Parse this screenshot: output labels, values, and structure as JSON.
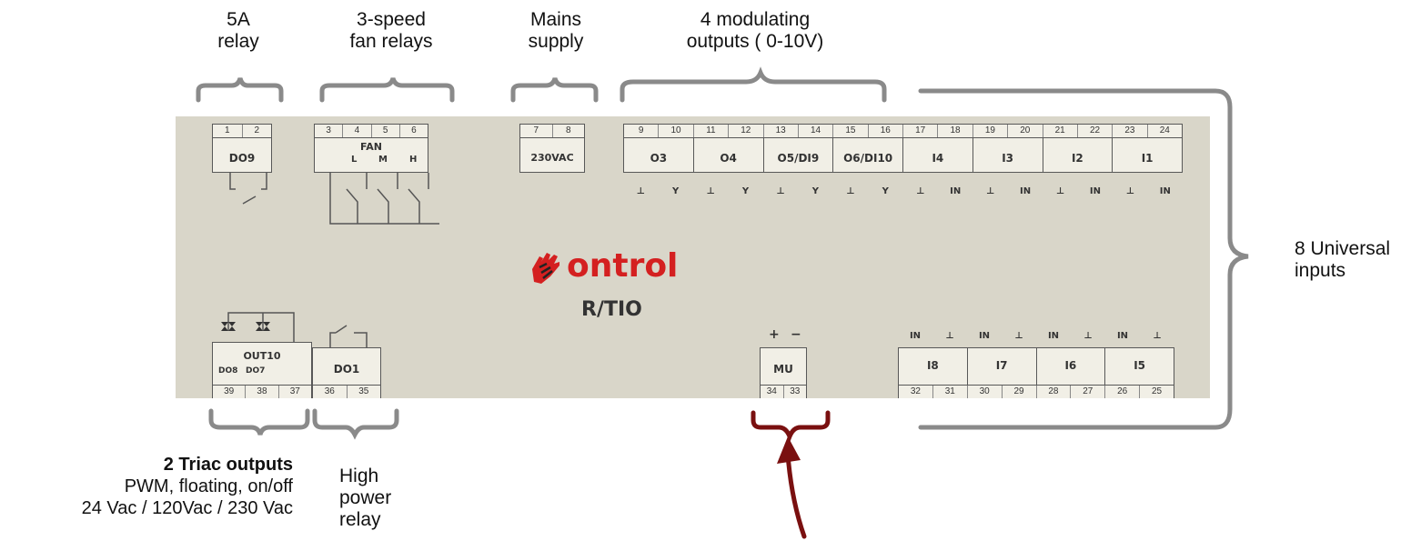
{
  "labels": {
    "relay5a": [
      "5A",
      "relay"
    ],
    "fan": [
      "3-speed",
      "fan relays"
    ],
    "mains": [
      "Mains",
      "supply"
    ],
    "modulating": [
      "4 modulating",
      "outputs ( 0-10V)"
    ],
    "universal": [
      "8 Universal",
      "inputs"
    ],
    "triac_title": "2 Triac outputs",
    "triac_lines": [
      "PWM, floating, on/off",
      "24 Vac / 120Vac / 230 Vac"
    ],
    "highpower": [
      "High",
      "power",
      "relay"
    ]
  },
  "device": {
    "brand": "ontrol",
    "model": "R/TIO",
    "top_terminals": [
      {
        "nums": [
          "1",
          "2"
        ],
        "name": "DO9"
      },
      {
        "nums": [
          "3",
          "4",
          "5",
          "6"
        ],
        "name": "FAN",
        "sub": [
          "L",
          "M",
          "H"
        ]
      },
      {
        "nums": [
          "7",
          "8"
        ],
        "name": "230VAC"
      },
      {
        "nums": [
          "9",
          "10",
          "11",
          "12",
          "13",
          "14",
          "15",
          "16",
          "17",
          "18",
          "19",
          "20",
          "21",
          "22",
          "23",
          "24"
        ],
        "cells": [
          "O3",
          "O4",
          "O5/DI9",
          "O6/DI10",
          "I4",
          "I3",
          "I2",
          "I1"
        ]
      }
    ],
    "top_pins": [
      "⊥",
      "Y",
      "⊥",
      "Y",
      "⊥",
      "Y",
      "⊥",
      "Y",
      "⊥",
      "IN",
      "⊥",
      "IN",
      "⊥",
      "IN",
      "⊥",
      "IN"
    ],
    "bottom_terminals": [
      {
        "nums": [
          "39",
          "38",
          "37"
        ],
        "name": "OUT10",
        "sub": [
          "DO8",
          "DO7"
        ]
      },
      {
        "nums": [
          "36",
          "35"
        ],
        "name": "DO1"
      },
      {
        "nums": [
          "34",
          "33"
        ],
        "name": "MU",
        "pol": [
          "+",
          "−"
        ]
      },
      {
        "nums": [
          "32",
          "31",
          "30",
          "29",
          "28",
          "27",
          "26",
          "25"
        ],
        "cells": [
          "I8",
          "I7",
          "I6",
          "I5"
        ]
      }
    ],
    "bottom_pins": [
      "IN",
      "⊥",
      "IN",
      "⊥",
      "IN",
      "⊥",
      "IN",
      "⊥"
    ]
  },
  "colors": {
    "panel": "#d9d6c9",
    "bracket": "#8a8a8a",
    "arrow": "#7a1010",
    "logo": "#d42020"
  }
}
